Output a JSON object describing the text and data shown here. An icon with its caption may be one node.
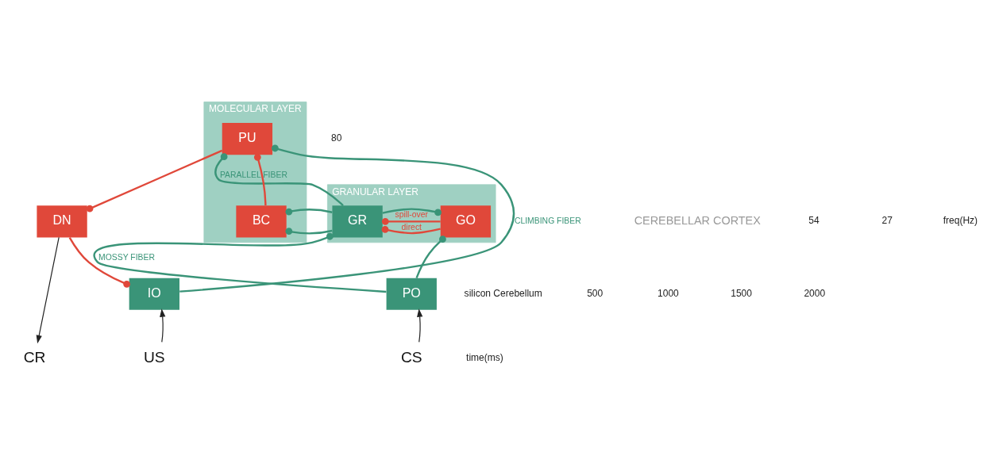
{
  "diagram": {
    "nodes": [
      {
        "text": [
          "GRANULAR LAYER"
        ]
      },
      {
        "text": [
          "GR"
        ],
        "in": 0
      },
      {
        "text": [
          "GO"
        ],
        "in": 0
      },
      {
        "text": [
          "MOLECULAR LAYER"
        ]
      },
      {
        "text": [
          "PU"
        ],
        "in": 3
      },
      {
        "text": [
          "BC"
        ],
        "in": 3
      },
      {
        "text": [
          "DN"
        ]
      },
      {
        "text": [
          "PO"
        ]
      },
      {
        "text": [
          "IO"
        ]
      },
      {
        "text": [
          "CS"
        ]
      },
      {
        "text": [
          "CR"
        ]
      },
      {
        "text": [
          "US"
        ]
      }
    ],
    "edges": [
      {
        "from": 7,
        "to": 1,
        "arrow": "other",
        "label": "MOSSY FIBER"
      },
      {
        "from": 7,
        "to": 2,
        "arrow": "other"
      },
      {
        "from": 1,
        "to": 2,
        "arrow": "other"
      },
      {
        "from": 1,
        "to": 4,
        "arrow": "other",
        "label": "PARALLEL FIBER"
      },
      {
        "from": 1,
        "to": 5,
        "arrow": "other"
      },
      {
        "from": 2,
        "to": 1,
        "arrow": "other",
        "label": "direct",
        "color": "#e0483a"
      },
      {
        "from": 2,
        "to": 1,
        "arrow": "other",
        "label": "spill-over",
        "color": "#e0483a"
      },
      {
        "from": 5,
        "to": 4,
        "arrow": "other",
        "color": "#e0483a"
      },
      {
        "from": 4,
        "to": 6,
        "arrow": "other",
        "color": "#e0483a"
      },
      {
        "from": 6,
        "to": 8,
        "arrow": "other",
        "color": "#e0483a"
      },
      {
        "from": 8,
        "to": 4,
        "arrow": "other",
        "label": "CLIMBING FIBER"
      },
      {
        "from": 9,
        "to": 7,
        "arrow": "to",
        "color": "#222222"
      },
      {
        "from": 6,
        "to": 10,
        "arrow": "to",
        "color": "#222222"
      },
      {
        "from": 11,
        "to": 8,
        "arrow": "to",
        "color": "#222222"
      }
    ],
    "labels": [
      "CEREBELLAR CORTEX",
      "silicon Cerebellum",
      "80",
      "54",
      "27",
      "freq(Hz)",
      "500",
      "1000",
      "1500",
      "2000",
      "time(ms)"
    ]
  }
}
